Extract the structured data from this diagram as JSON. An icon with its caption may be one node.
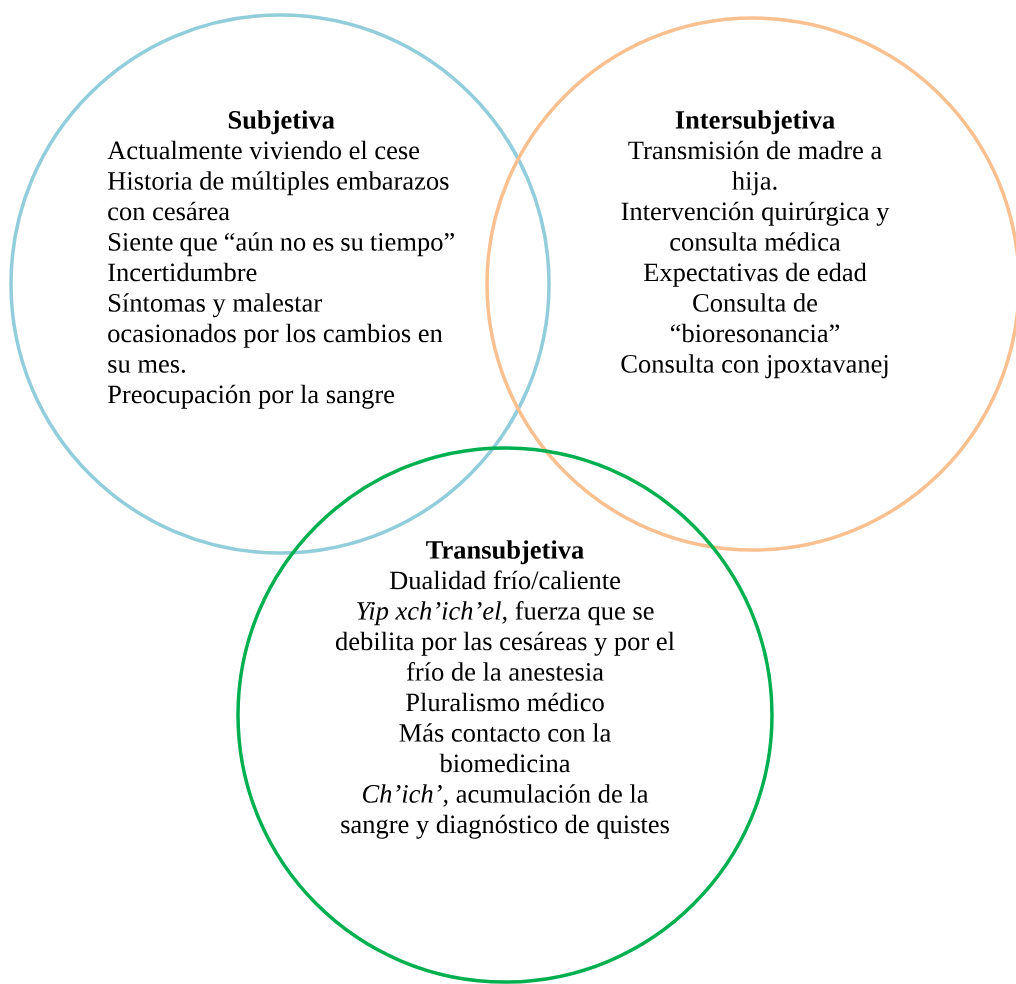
{
  "diagram": {
    "nodes": [
      {
        "text": [
          "Subjetiva",
          "Actualmente viviendo el cese",
          "Historia de múltiples embarazos con cesárea",
          "Siente que “aún no es su tiempo”",
          "Incertidumbre",
          "Síntomas y malestar ocasionados por los cambios en su mes.",
          "Preocupación por la sangre"
        ]
      },
      {
        "text": [
          "Intersubjetiva",
          "Transmisión de madre a hija.",
          "Intervención quirúrgica y consulta médica",
          "Expectativas de edad",
          "Consulta de “bioresonancia”",
          "Consulta con jpoxtavanej"
        ]
      },
      {
        "text": [
          "Transubjetiva",
          "Dualidad frío/caliente",
          "*Yip xch’ich’el,* fuerza que se debilita por las cesáreas y por el frío de la anestesia",
          "Pluralismo médico",
          "Más contacto con la biomedicina",
          "*Ch’ich’,* acumulación de la sangre y diagnóstico de quistes"
        ]
      }
    ]
  }
}
